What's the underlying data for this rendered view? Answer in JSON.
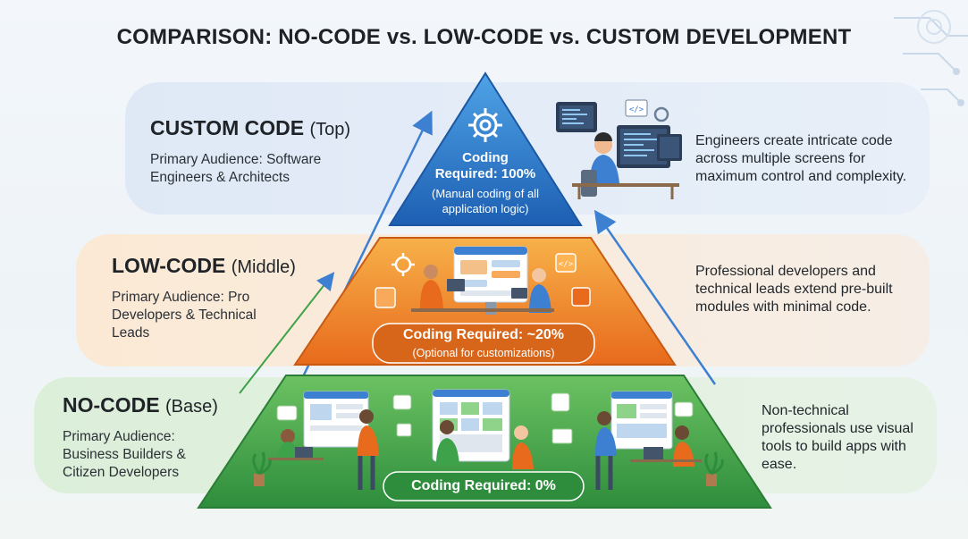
{
  "title": "COMPARISON: NO-CODE vs. LOW-CODE vs. CUSTOM DEVELOPMENT",
  "tiers": {
    "top": {
      "name": "CUSTOM CODE",
      "position_label": "(Top)",
      "audience": "Primary Audience: Software Engineers & Architects",
      "coding_title": "Coding",
      "coding_value": "Required: 100%",
      "coding_note": "(Manual coding of all application logic)",
      "description": "Engineers create intricate code across multiple screens for maximum control and complexity.",
      "color": "#2f78c8"
    },
    "middle": {
      "name": "LOW-CODE",
      "position_label": "(Middle)",
      "audience": "Primary Audience: Pro Developers & Technical Leads",
      "coding_value": "Coding Required: ~20%",
      "coding_note": "(Optional for customizations)",
      "description": "Professional developers and technical leads extend pre-built modules with minimal code.",
      "color": "#f08a24"
    },
    "base": {
      "name": "NO-CODE",
      "position_label": "(Base)",
      "audience": "Primary Audience: Business Builders & Citizen Developers",
      "coding_value": "Coding Required: 0%",
      "description": "Non-technical professionals use visual tools to build apps with ease.",
      "color": "#3ea24a"
    }
  },
  "icons": [
    "gear-icon",
    "code-brackets-icon",
    "chat-bubble-icon",
    "folder-icon",
    "flowchart-icon",
    "plant-icon"
  ]
}
